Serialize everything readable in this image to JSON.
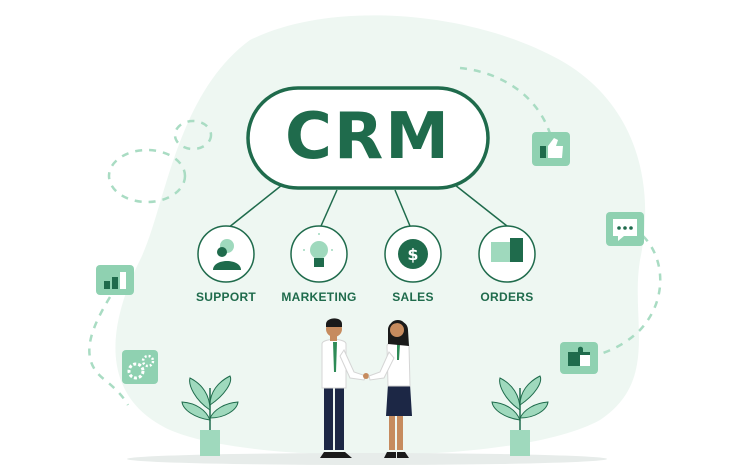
{
  "title": "CRM",
  "categories": [
    {
      "label": "SUPPORT",
      "icon": "support-person-icon"
    },
    {
      "label": "MARKETING",
      "icon": "lightbulb-icon"
    },
    {
      "label": "SALES",
      "icon": "dollar-coin-icon"
    },
    {
      "label": "ORDERS",
      "icon": "box-package-icon"
    }
  ],
  "floating_icons": [
    "bar-chart-icon",
    "gears-icon",
    "thumbs-up-icon",
    "chat-bubble-icon",
    "puzzle-icon"
  ],
  "colors": {
    "primary": "#1f6b4c",
    "accent": "#2e8b57",
    "light_green": "#9fd9bd",
    "icon_tile": "#8fd1b1",
    "blob": "#eef7f2",
    "dash": "#a9dcc3"
  }
}
